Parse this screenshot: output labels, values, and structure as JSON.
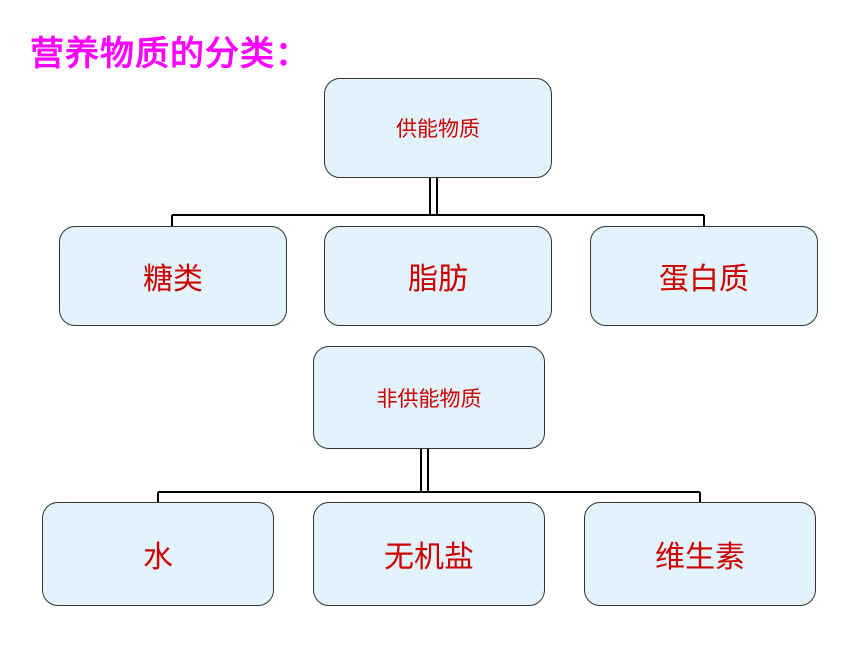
{
  "title": "营养物质的分类：",
  "groups": [
    {
      "root": "供能物质",
      "children": [
        "糖类",
        "脂肪",
        "蛋白质"
      ]
    },
    {
      "root": "非供能物质",
      "children": [
        "水",
        "无机盐",
        "维生素"
      ]
    }
  ],
  "colors": {
    "title": "#ff00ff",
    "node_text": "#cc0000",
    "node_fill": "#e3f3fc",
    "connector": "#000000"
  }
}
